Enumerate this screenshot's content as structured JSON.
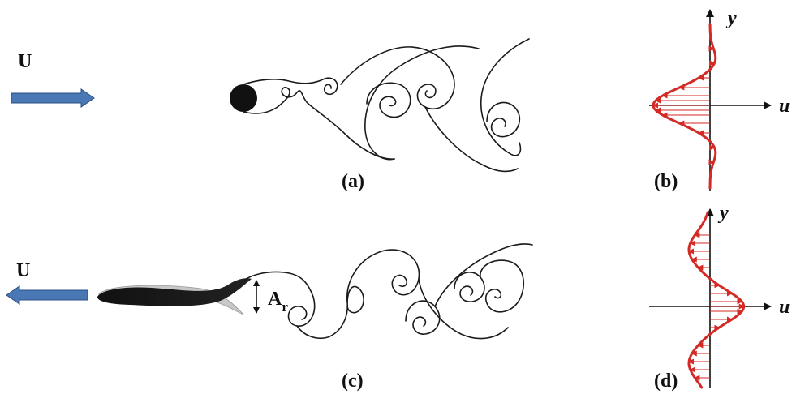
{
  "colors": {
    "flow_arrow": "#4a78b5",
    "flow_arrow_edge": "#2b4f86",
    "profile": "#d42a26",
    "ink": "#111111"
  },
  "panel_a": {
    "freestream_label": "U",
    "freestream_direction": "right",
    "body": "circular cylinder",
    "caption": "(a)"
  },
  "panel_b": {
    "axis_x_label": "u",
    "axis_y_label": "y",
    "profile_type": "velocity deficit (wake)",
    "caption": "(b)"
  },
  "panel_c": {
    "freestream_label": "U",
    "freestream_direction": "left",
    "body": "flapping foil",
    "amplitude_label_main": "A",
    "amplitude_label_sub": "r",
    "caption": "(c)"
  },
  "panel_d": {
    "axis_x_label": "u",
    "axis_y_label": "y",
    "profile_type": "velocity excess (jet)",
    "caption": "(d)"
  }
}
